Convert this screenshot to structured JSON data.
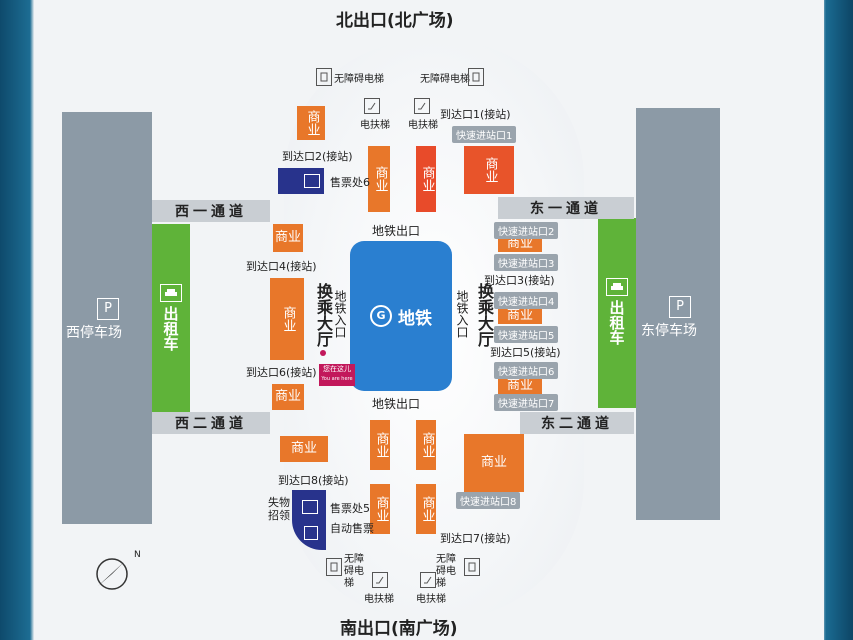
{
  "map": {
    "north_exit": "北出口(北广场)",
    "south_exit": "南出口(南广场)",
    "west_corridor_1": "西一通道",
    "west_corridor_2": "西二通道",
    "east_corridor_1": "东一通道",
    "east_corridor_2": "东二通道",
    "west_parking": "西停车场",
    "east_parking": "东停车场",
    "parking_symbol": "P",
    "taxi": "出租车",
    "metro": "地铁",
    "metro_exit_top": "地铁出口",
    "metro_exit_bottom": "地铁出口",
    "metro_entrance_left": "地铁入口",
    "metro_entrance_right": "地铁入口",
    "transfer_hall_left": "换乘大厅",
    "transfer_hall_right": "换乘大厅",
    "shop": "商业",
    "accessible_elevator": "无障碍电梯",
    "accessible_elevator_short": "无障碍电梯",
    "escalator": "电扶梯",
    "ticket_office_6": "售票处6",
    "ticket_office_5": "售票处5",
    "auto_ticket": "自动售票",
    "lost_found": "失物招领",
    "you_are_here_cn": "您在这儿",
    "you_are_here_en": "You are here",
    "compass_n": "N",
    "arrivals": {
      "a1": "到达口1(接站)",
      "a2": "到达口2(接站)",
      "a3": "到达口3(接站)",
      "a4": "到达口4(接站)",
      "a5": "到达口5(接站)",
      "a6": "到达口6(接站)",
      "a7": "到达口7(接站)",
      "a8": "到达口8(接站)"
    },
    "fast_entries": {
      "f1": "快速进站口1",
      "f2": "快速进站口2",
      "f3": "快速进站口3",
      "f4": "快速进站口4",
      "f5": "快速进站口5",
      "f6": "快速进站口6",
      "f7": "快速进站口7",
      "f8": "快速进站口8"
    }
  },
  "colors": {
    "shop": "#e8772a",
    "ticket": "#28338c",
    "taxi": "#5fb339",
    "metro": "#2a7fd0",
    "parking": "#8c9aa6",
    "corridor": "#c9ced3",
    "here": "#c2185b"
  }
}
